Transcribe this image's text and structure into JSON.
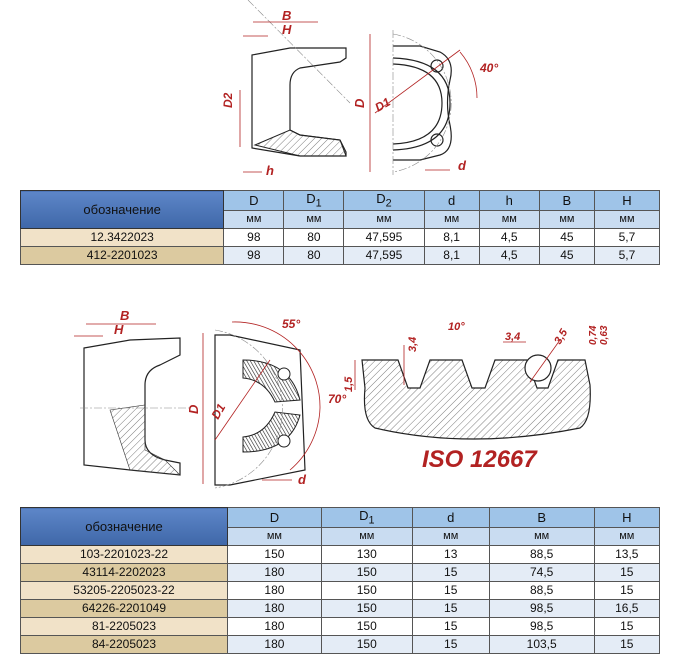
{
  "drawing1": {
    "labels": {
      "B": "B",
      "H": "H",
      "D2": "D2",
      "h": "h",
      "D": "D",
      "D1": "D1",
      "angle": "40°",
      "d": "d"
    }
  },
  "table1": {
    "header_label": "обозначение",
    "columns": [
      "D",
      "D1",
      "D2",
      "d",
      "h",
      "B",
      "H"
    ],
    "unit": "мм",
    "rows": [
      {
        "name": "12.3422023",
        "values": [
          "98",
          "80",
          "47,595",
          "8,1",
          "4,5",
          "45",
          "5,7"
        ]
      },
      {
        "name": "412-2201023",
        "values": [
          "98",
          "80",
          "47,595",
          "8,1",
          "4,5",
          "45",
          "5,7"
        ]
      }
    ]
  },
  "drawing2": {
    "labels": {
      "B": "B",
      "H": "H",
      "D": "D",
      "D1": "D1",
      "angle1": "55°",
      "angle2": "70°",
      "d": "d"
    }
  },
  "drawing3": {
    "labels": {
      "h1": "3,4",
      "angle": "10°",
      "w": "3,4",
      "ball": "3,5",
      "t1": "0,74",
      "t2": "0,63",
      "depth": "1,5"
    },
    "standard": "ISO 12667"
  },
  "table2": {
    "header_label": "обозначение",
    "columns": [
      "D",
      "D1",
      "d",
      "B",
      "H"
    ],
    "unit": "мм",
    "rows": [
      {
        "name": "103-2201023-22",
        "values": [
          "150",
          "130",
          "13",
          "88,5",
          "13,5"
        ]
      },
      {
        "name": "43114-2202023",
        "values": [
          "180",
          "150",
          "15",
          "74,5",
          "15"
        ]
      },
      {
        "name": "53205-2205023-22",
        "values": [
          "180",
          "150",
          "15",
          "88,5",
          "15"
        ]
      },
      {
        "name": "64226-2201049",
        "values": [
          "180",
          "150",
          "15",
          "98,5",
          "16,5"
        ]
      },
      {
        "name": "81-2205023",
        "values": [
          "180",
          "150",
          "15",
          "98,5",
          "15"
        ]
      },
      {
        "name": "84-2205023",
        "values": [
          "180",
          "150",
          "15",
          "103,5",
          "15"
        ]
      }
    ]
  }
}
